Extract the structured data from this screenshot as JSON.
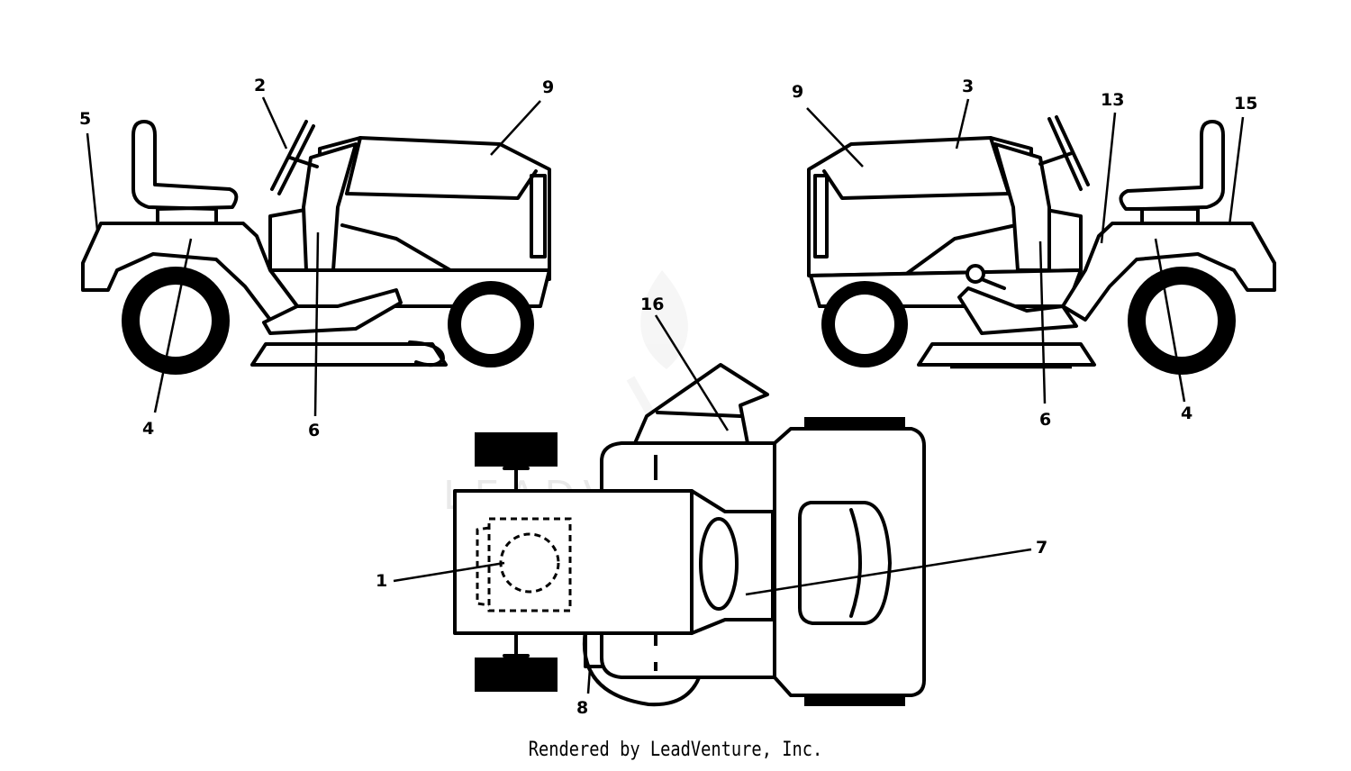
{
  "watermark": "LEADVENTURE",
  "footer": "Rendered by LeadVenture, Inc.",
  "callouts": {
    "left_view": {
      "c5": "5",
      "c2": "2",
      "c9": "9",
      "c4": "4",
      "c6": "6"
    },
    "right_view": {
      "c9": "9",
      "c3": "3",
      "c13": "13",
      "c15": "15",
      "c6": "6",
      "c4": "4"
    },
    "top_view": {
      "c16": "16",
      "c1": "1",
      "c7": "7",
      "c8": "8"
    }
  }
}
